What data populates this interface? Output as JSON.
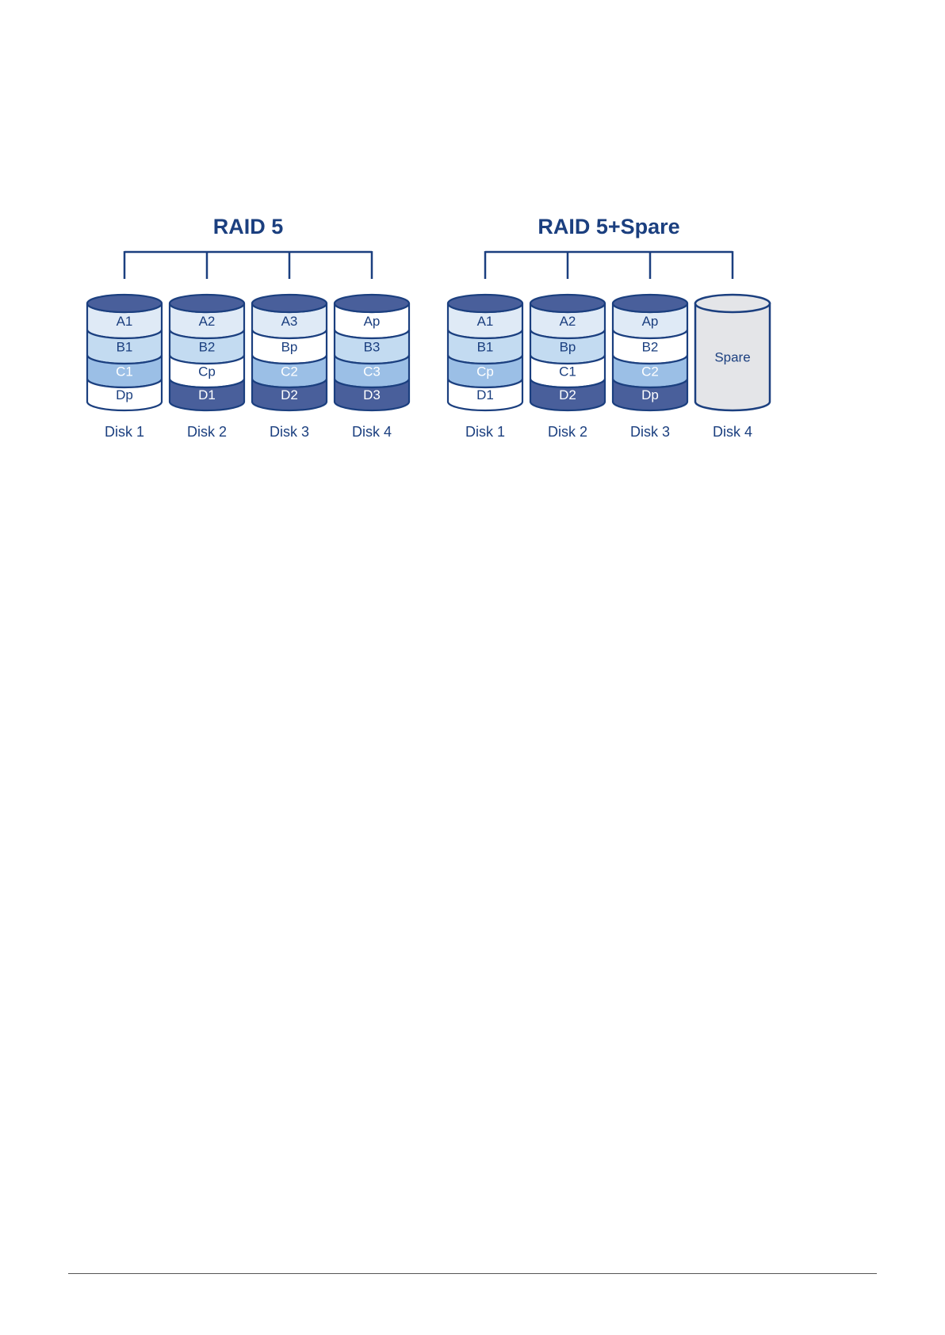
{
  "colors": {
    "outline": "#1b3f7f",
    "top": "#495f9b",
    "c_light": "#dfeaf6",
    "c_mid": "#c3dbf1",
    "c_blue": "#9bbfe6",
    "c_dark": "#495f9b",
    "c_white": "#ffffff",
    "spare_fill": "#e4e5e8",
    "text_dark": "#1b3f7f",
    "text_light": "#ffffff",
    "footer_line": "#555555"
  },
  "groups": [
    {
      "title": "RAID 5",
      "disks": [
        {
          "label": "Disk 1",
          "segments": [
            {
              "text": "A1",
              "color": "c_light"
            },
            {
              "text": "B1",
              "color": "c_mid"
            },
            {
              "text": "C1",
              "color": "c_blue"
            },
            {
              "text": "Dp",
              "color": "c_white"
            }
          ]
        },
        {
          "label": "Disk 2",
          "segments": [
            {
              "text": "A2",
              "color": "c_light"
            },
            {
              "text": "B2",
              "color": "c_mid"
            },
            {
              "text": "Cp",
              "color": "c_white"
            },
            {
              "text": "D1",
              "color": "c_dark"
            }
          ]
        },
        {
          "label": "Disk 3",
          "segments": [
            {
              "text": "A3",
              "color": "c_light"
            },
            {
              "text": "Bp",
              "color": "c_white"
            },
            {
              "text": "C2",
              "color": "c_blue"
            },
            {
              "text": "D2",
              "color": "c_dark"
            }
          ]
        },
        {
          "label": "Disk 4",
          "segments": [
            {
              "text": "Ap",
              "color": "c_white"
            },
            {
              "text": "B3",
              "color": "c_mid"
            },
            {
              "text": "C3",
              "color": "c_blue"
            },
            {
              "text": "D3",
              "color": "c_dark"
            }
          ]
        }
      ]
    },
    {
      "title": "RAID 5+Spare",
      "disks": [
        {
          "label": "Disk 1",
          "segments": [
            {
              "text": "A1",
              "color": "c_light"
            },
            {
              "text": "B1",
              "color": "c_mid"
            },
            {
              "text": "Cp",
              "color": "c_blue"
            },
            {
              "text": "D1",
              "color": "c_white"
            }
          ]
        },
        {
          "label": "Disk 2",
          "segments": [
            {
              "text": "A2",
              "color": "c_light"
            },
            {
              "text": "Bp",
              "color": "c_mid"
            },
            {
              "text": "C1",
              "color": "c_white"
            },
            {
              "text": "D2",
              "color": "c_dark"
            }
          ]
        },
        {
          "label": "Disk 3",
          "segments": [
            {
              "text": "Ap",
              "color": "c_light"
            },
            {
              "text": "B2",
              "color": "c_white"
            },
            {
              "text": "C2",
              "color": "c_blue"
            },
            {
              "text": "Dp",
              "color": "c_dark"
            }
          ]
        },
        {
          "label": "Disk 4",
          "spare": "Spare"
        }
      ]
    }
  ]
}
